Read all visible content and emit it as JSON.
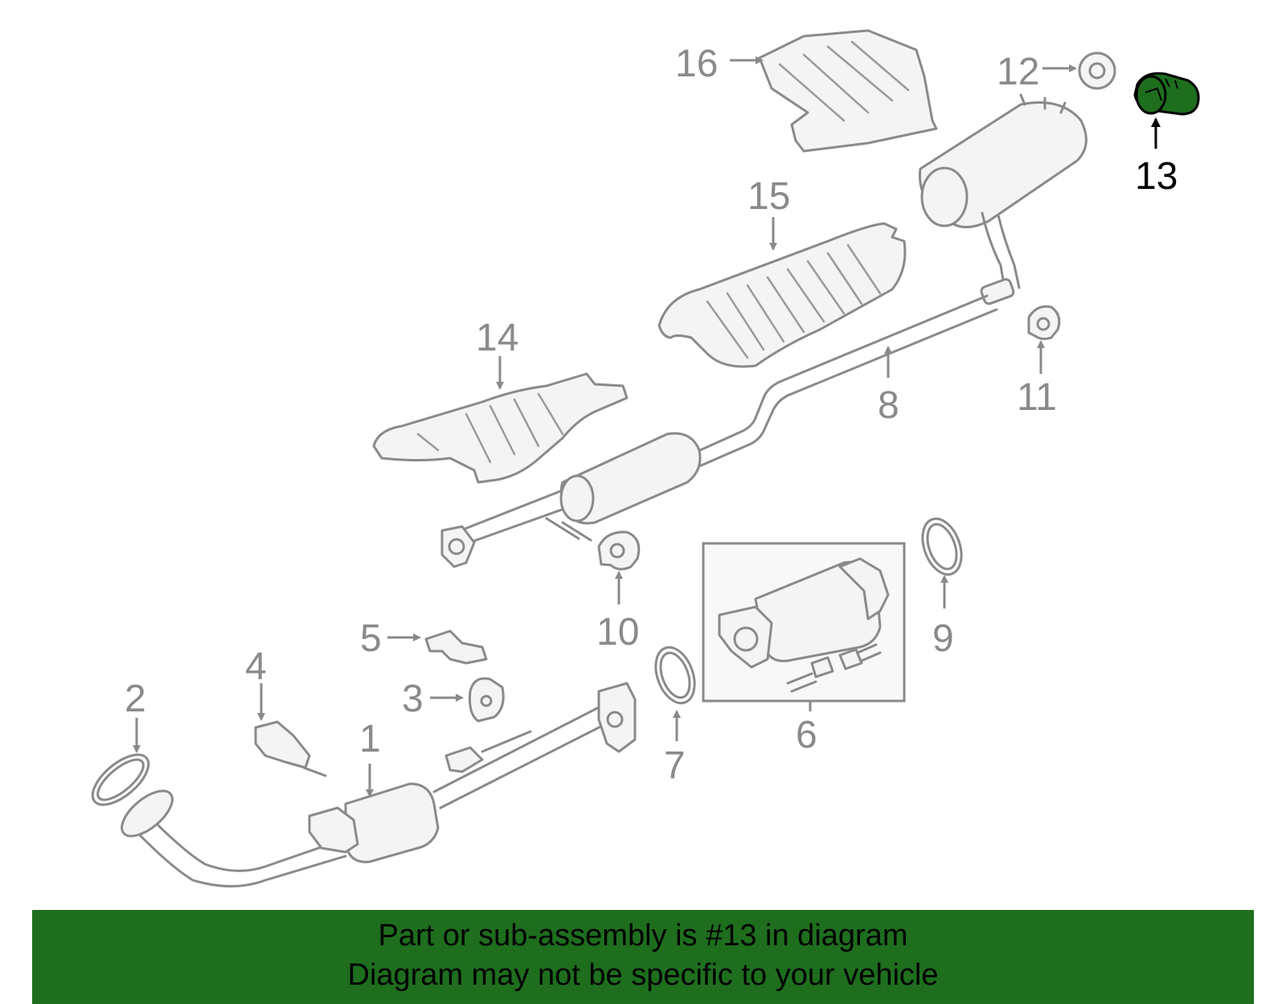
{
  "diagram": {
    "highlight_color": "#1e6e1e",
    "highlighted_part": "13",
    "callouts": [
      "1",
      "2",
      "3",
      "4",
      "5",
      "6",
      "7",
      "8",
      "9",
      "10",
      "11",
      "12",
      "13",
      "14",
      "15",
      "16"
    ]
  },
  "banner": {
    "line1": "Part or sub-assembly is #13 in diagram",
    "line2": "Diagram may not be specific to your vehicle",
    "color": "#1e6e1e"
  }
}
